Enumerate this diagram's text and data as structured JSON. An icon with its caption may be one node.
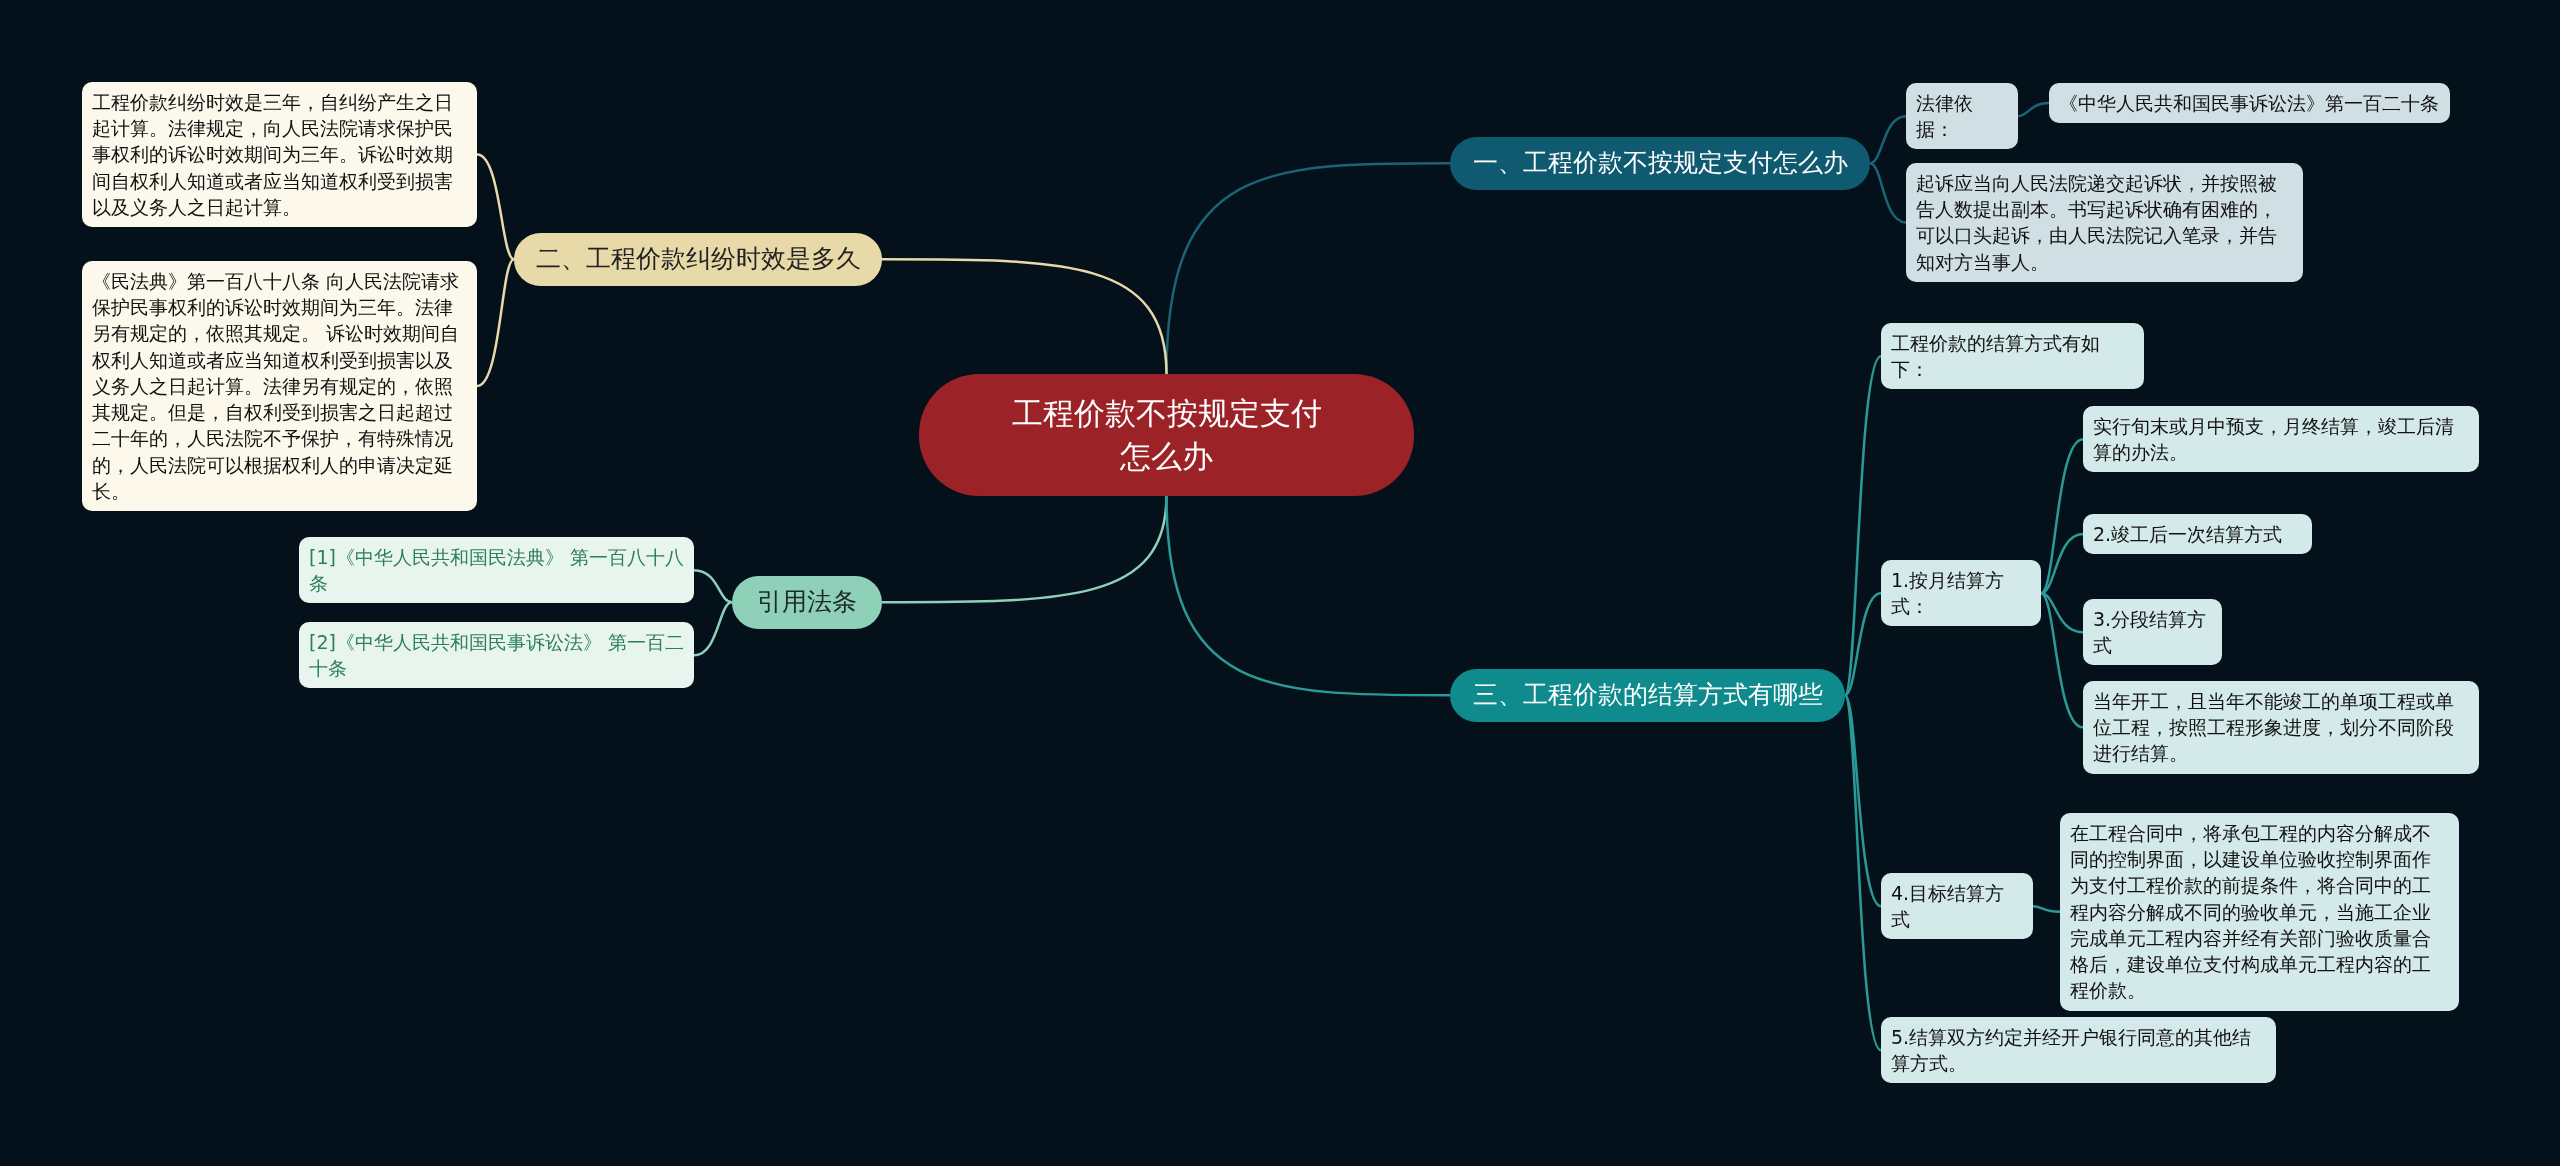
{
  "diagram": {
    "nodes": [
      {
        "text": [
          "工程价款不按规定支付怎么办"
        ]
      },
      {
        "text": [
          "一、工程价款不按规定支付怎么办"
        ]
      },
      {
        "text": [
          "法律依据："
        ]
      },
      {
        "text": [
          "《中华人民共和国民事诉讼法》第一百二十条"
        ]
      },
      {
        "text": [
          "起诉应当向人民法院递交起诉状，并按照被告人数提出副本。书写起诉状确有困难的，可以口头起诉，由人民法院记入笔录，并告知对方当事人。"
        ]
      },
      {
        "text": [
          "二、工程价款纠纷时效是多久"
        ]
      },
      {
        "text": [
          "工程价款纠纷时效是三年，自纠纷产生之日起计算。法律规定，向人民法院请求保护民事权利的诉讼时效期间为三年。诉讼时效期间自权利人知道或者应当知道权利受到损害以及义务人之日起计算。"
        ]
      },
      {
        "text": [
          "《民法典》第一百八十八条 向人民法院请求保护民事权利的诉讼时效期间为三年。法律另有规定的，依照其规定。 诉讼时效期间自权利人知道或者应当知道权利受到损害以及义务人之日起计算。法律另有规定的，依照其规定。但是，自权利受到损害之日起超过二十年的，人民法院不予保护，有特殊情况的，人民法院可以根据权利人的申请决定延长。"
        ]
      },
      {
        "text": [
          "引用法条"
        ]
      },
      {
        "text": [
          "[1]《中华人民共和国民法典》 第一百八十八条"
        ]
      },
      {
        "text": [
          "[2]《中华人民共和国民事诉讼法》 第一百二十条"
        ]
      },
      {
        "text": [
          "三、工程价款的结算方式有哪些"
        ]
      },
      {
        "text": [
          "工程价款的结算方式有如下："
        ]
      },
      {
        "text": [
          "1.按月结算方式："
        ]
      },
      {
        "text": [
          "实行旬末或月中预支，月终结算，竣工后清算的办法。"
        ]
      },
      {
        "text": [
          "2.竣工后一次结算方式"
        ]
      },
      {
        "text": [
          "3.分段结算方式"
        ]
      },
      {
        "text": [
          "当年开工，且当年不能竣工的单项工程或单位工程，按照工程形象进度，划分不同阶段进行结算。"
        ]
      },
      {
        "text": [
          "4.目标结算方式"
        ]
      },
      {
        "text": [
          "在工程合同中，将承包工程的内容分解成不同的控制界面，以建设单位验收控制界面作为支付工程价款的前提条件，将合同中的工程内容分解成不同的验收单元，当施工企业完成单元工程内容并经有关部门验收质量合格后，建设单位支付构成单元工程内容的工程价款。"
        ]
      },
      {
        "text": [
          "5.结算双方约定并经开户银行同意的其他结算方式。"
        ]
      }
    ],
    "edges": [
      {
        "from": 0,
        "to": 1,
        "arrow": "none",
        "color": "#1b6478"
      },
      {
        "from": 1,
        "to": 2,
        "arrow": "none",
        "color": "#1b6478"
      },
      {
        "from": 2,
        "to": 3,
        "arrow": "none",
        "color": "#1b6478"
      },
      {
        "from": 1,
        "to": 4,
        "arrow": "none",
        "color": "#1b6478"
      },
      {
        "from": 0,
        "to": 5,
        "arrow": "none",
        "color": "#e8d9a8"
      },
      {
        "from": 5,
        "to": 6,
        "arrow": "none",
        "color": "#e8d9a8"
      },
      {
        "from": 5,
        "to": 7,
        "arrow": "none",
        "color": "#e8d9a8"
      },
      {
        "from": 0,
        "to": 8,
        "arrow": "none",
        "color": "#8fd1b8"
      },
      {
        "from": 8,
        "to": 9,
        "arrow": "none",
        "color": "#8fd1b8"
      },
      {
        "from": 8,
        "to": 10,
        "arrow": "none",
        "color": "#8fd1b8"
      },
      {
        "from": 0,
        "to": 11,
        "arrow": "none"
      },
      {
        "from": 11,
        "to": 12,
        "arrow": "none"
      },
      {
        "from": 11,
        "to": 13,
        "arrow": "none"
      },
      {
        "from": 13,
        "to": 14,
        "arrow": "none"
      },
      {
        "from": 13,
        "to": 15,
        "arrow": "none"
      },
      {
        "from": 13,
        "to": 16,
        "arrow": "none"
      },
      {
        "from": 13,
        "to": 17,
        "arrow": "none"
      },
      {
        "from": 11,
        "to": 18,
        "arrow": "none"
      },
      {
        "from": 18,
        "to": 19,
        "arrow": "none"
      },
      {
        "from": 11,
        "to": 20,
        "arrow": "none"
      }
    ]
  }
}
